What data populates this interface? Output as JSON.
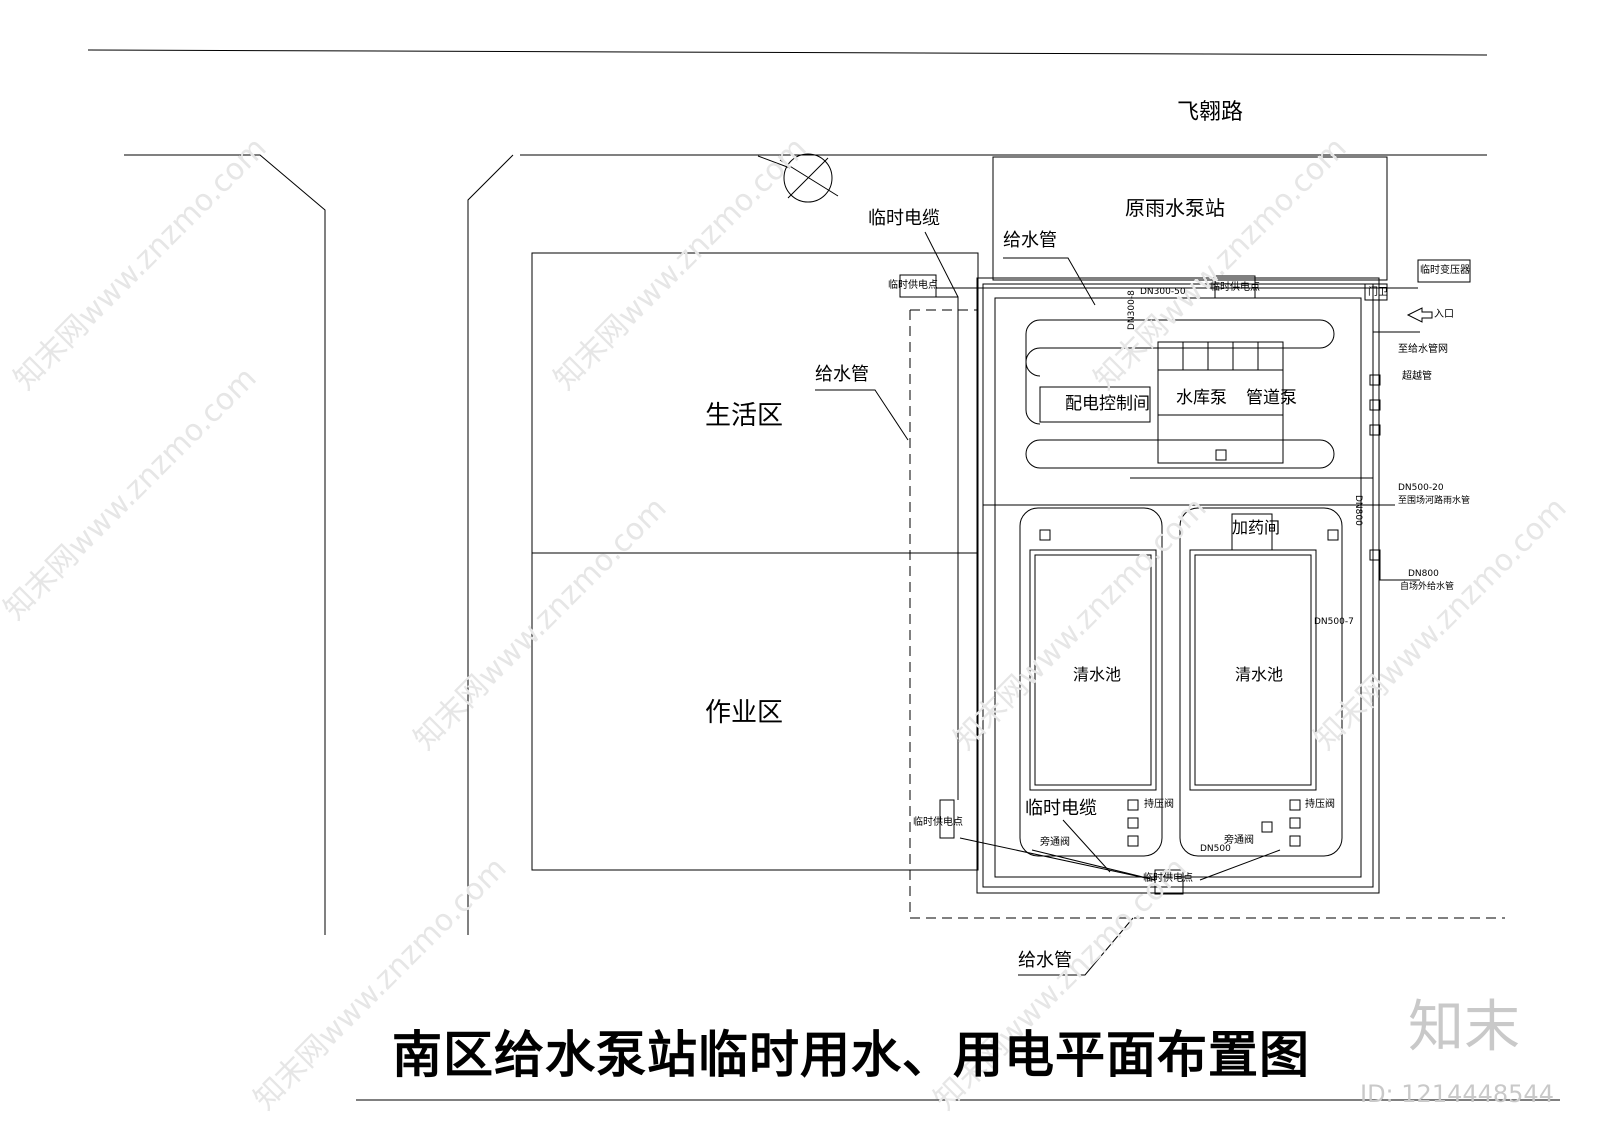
{
  "title": "南区给水泵站临时用水、用电平面布置图",
  "road_name": "飞翱路",
  "areas": {
    "old_pump_station": "原雨水泵站",
    "living_area": "生活区",
    "work_area": "作业区",
    "power_control_room": "配电控制间",
    "reservoir_pump": "水库泵",
    "pipeline_pump": "管道泵",
    "dosing_room": "加药间",
    "clear_pool_left": "清水池",
    "clear_pool_right": "清水池",
    "gate_house": "门卫"
  },
  "labels": {
    "temp_cable_top": "临时电缆",
    "water_pipe_top": "给水管",
    "water_pipe_left": "给水管",
    "water_pipe_bottom": "给水管",
    "temp_cable_bottom": "临时电缆",
    "temp_power_point_1": "临时供电点",
    "temp_power_point_2": "临时供电点",
    "temp_power_point_3": "临时供电点",
    "temp_power_point_4": "临时供电点",
    "temp_transformer": "临时变压器",
    "entrance": "入口",
    "to_water_network": "至给水管网",
    "overflow_pipe": "超越管",
    "dn500_20": "DN500-20",
    "to_rain_pipe": "至围场河路雨水管",
    "dn800": "DN800",
    "from_outside_pipe": "自场外给水管",
    "dn300_50": "DN300-50",
    "dn300_8": "DN300-8",
    "dn800_v": "DN800",
    "dn500_7": "DN500-7",
    "dn500": "DN500",
    "pressure_valve_1": "持压阀",
    "pressure_valve_2": "持压阀",
    "bypass_valve_1": "旁通阀",
    "bypass_valve_2": "旁通阀"
  },
  "watermark": {
    "logo": "知末",
    "id": "ID: 1214448544",
    "site": "知末网www.znzmo.com"
  },
  "colors": {
    "line": "#000000",
    "watermark": "#c9c9c9"
  }
}
